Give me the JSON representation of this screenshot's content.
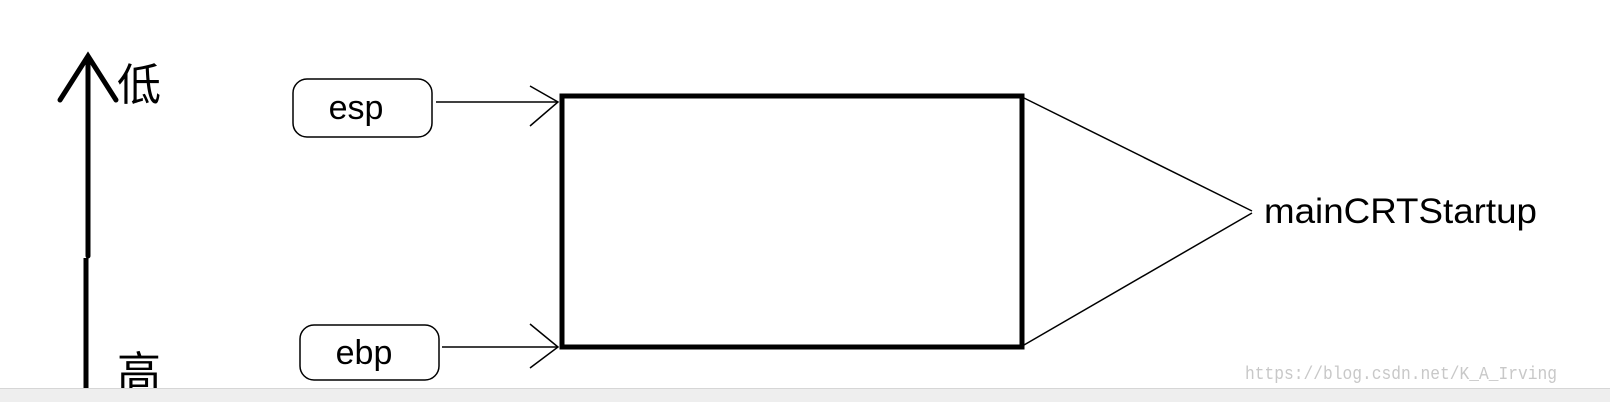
{
  "axis": {
    "top_label": "低",
    "bottom_label": "高"
  },
  "registers": [
    {
      "name": "esp"
    },
    {
      "name": "ebp"
    }
  ],
  "stack_frame_label": "mainCRTStartup",
  "watermark": "https://blog.csdn.net/K_A_Irving",
  "colors": {
    "ink": "#000000",
    "background": "#ffffff",
    "watermark": "#c8c8c8"
  }
}
